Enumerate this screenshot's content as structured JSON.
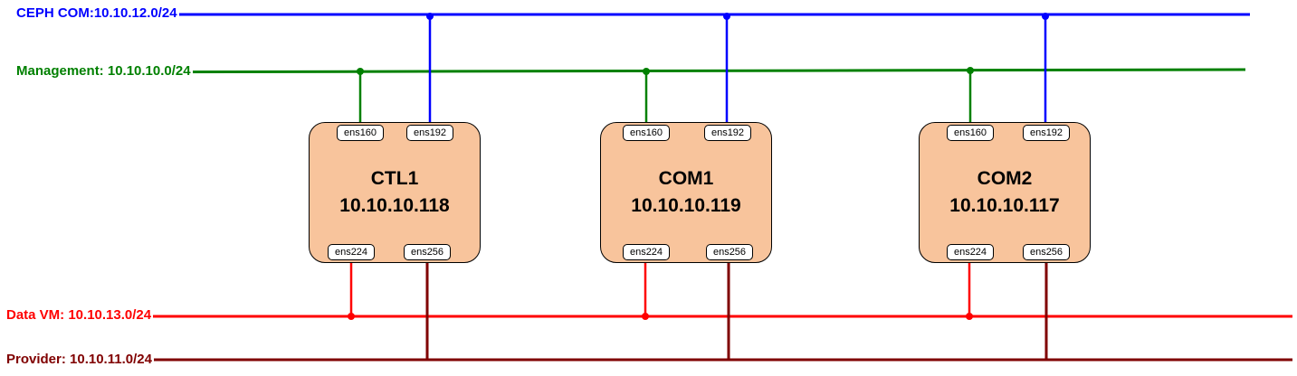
{
  "networks": [
    {
      "id": "ceph",
      "label": "CEPH COM:10.10.12.0/24",
      "color": "#0000ff"
    },
    {
      "id": "mgmt",
      "label": "Management: 10.10.10.0/24",
      "color": "#008000"
    },
    {
      "id": "data",
      "label": "Data VM: 10.10.13.0/24",
      "color": "#ff0000"
    },
    {
      "id": "prov",
      "label": "Provider: 10.10.11.0/24",
      "color": "#800000"
    }
  ],
  "nodes": [
    {
      "name": "CTL1",
      "ip": "10.10.10.118",
      "ports": [
        "ens160",
        "ens192",
        "ens224",
        "ens256"
      ]
    },
    {
      "name": "COM1",
      "ip": "10.10.10.119",
      "ports": [
        "ens160",
        "ens192",
        "ens224",
        "ens256"
      ]
    },
    {
      "name": "COM2",
      "ip": "10.10.10.117",
      "ports": [
        "ens160",
        "ens192",
        "ens224",
        "ens256"
      ]
    }
  ],
  "node_fill": "#f8c49c"
}
